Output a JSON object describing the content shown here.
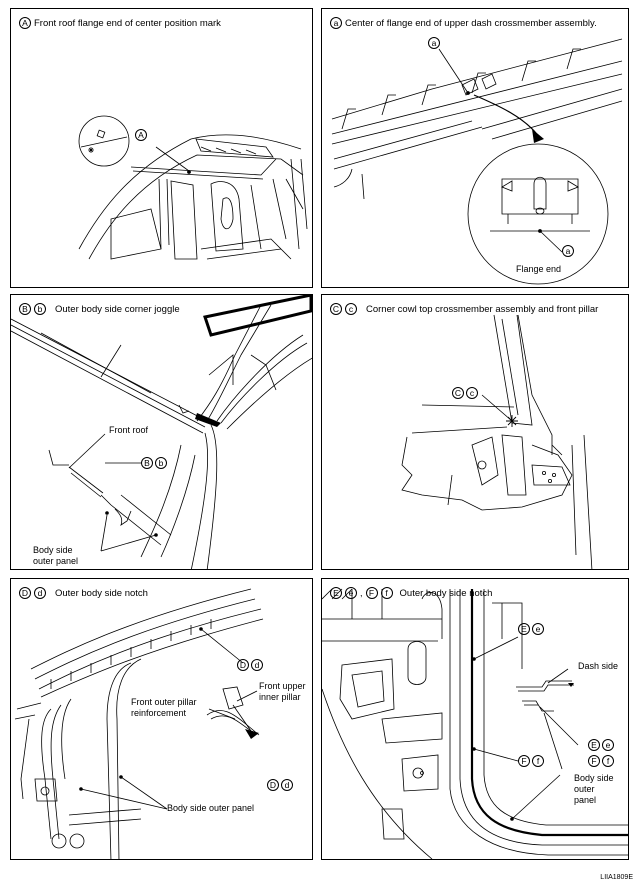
{
  "panels": {
    "A": {
      "letters": [
        "A"
      ],
      "title": "Front roof flange end of center position mark",
      "callout": [
        "A"
      ]
    },
    "a": {
      "letters": [
        "a"
      ],
      "title": "Center of flange end of upper dash crossmember assembly.",
      "callout_top": [
        "a"
      ],
      "callout_detail": [
        "a"
      ],
      "flange_label": "Flange end"
    },
    "B": {
      "letters": [
        "B",
        "b"
      ],
      "title": "Outer body side corner joggle",
      "front_roof": "Front roof",
      "callout": [
        "B",
        "b"
      ],
      "body_side_l1": "Body side",
      "body_side_l2": "outer panel"
    },
    "C": {
      "letters": [
        "C",
        "c"
      ],
      "title": "Corner cowl top crossmember assembly and front pillar",
      "callout": [
        "C",
        "c"
      ]
    },
    "D": {
      "letters": [
        "D",
        "d"
      ],
      "title": "Outer body side notch",
      "callout_top": [
        "D",
        "d"
      ],
      "callout_detail": [
        "D",
        "d"
      ],
      "front_upper_l1": "Front upper",
      "front_upper_l2": "inner pillar",
      "front_outer_l1": "Front outer pillar",
      "front_outer_l2": "reinforcement",
      "body_side": "Body side outer panel"
    },
    "E": {
      "title": "Outer body side notch",
      "title_prefix_1": [
        "E",
        "e"
      ],
      "title_prefix_2": [
        "F",
        "f"
      ],
      "comma": ",",
      "callout_e": [
        "E",
        "e"
      ],
      "callout_f": [
        "F",
        "f"
      ],
      "callout_ef_1": [
        "E",
        "e"
      ],
      "callout_ef_2": [
        "F",
        "f"
      ],
      "dash_side": "Dash side",
      "body_side_l1": "Body side",
      "body_side_l2": "outer",
      "body_side_l3": "panel"
    }
  },
  "figure_code": "LIIA1809E"
}
